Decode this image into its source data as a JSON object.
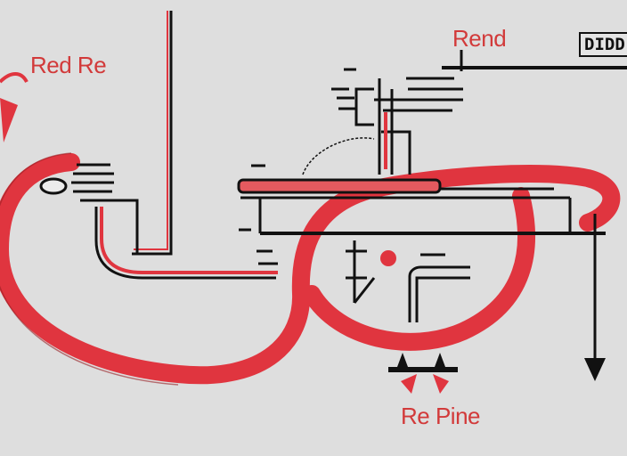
{
  "labels": {
    "top_left": "Red Re",
    "top_right": "Rend",
    "box": "DIDD",
    "bottom": "Re Pine"
  },
  "colors": {
    "background": "#dedede",
    "pipe_red": "#e0353f",
    "ink": "#111111",
    "text_red": "#d23a3a"
  }
}
